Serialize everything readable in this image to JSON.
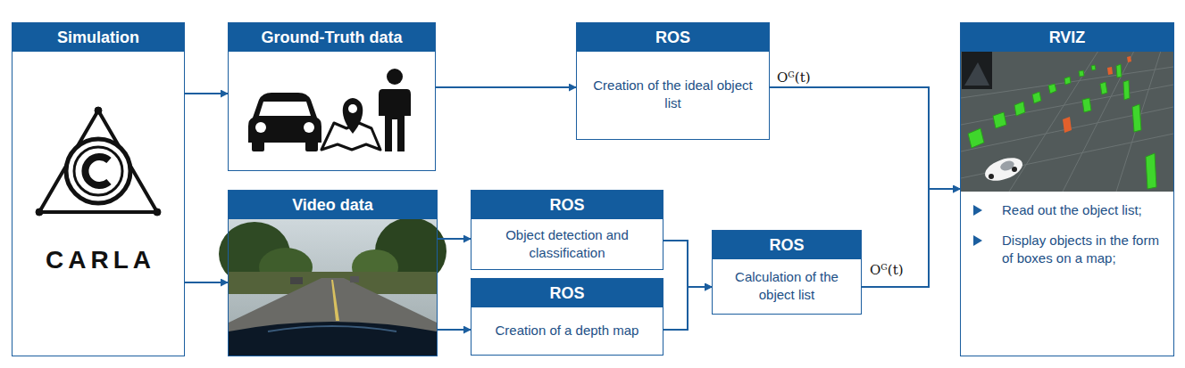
{
  "diagram": {
    "nodes": [
      {
        "text": [
          "Simulation",
          "CARLA"
        ]
      },
      {
        "text": [
          "Ground-Truth data"
        ]
      },
      {
        "text": [
          "ROS",
          "Creation of the ideal object list"
        ]
      },
      {
        "text": [
          "Video data"
        ]
      },
      {
        "text": [
          "ROS",
          "Object detection and classification"
        ]
      },
      {
        "text": [
          "ROS",
          "Creation of a depth map"
        ]
      },
      {
        "text": [
          "ROS",
          "Calculation of the object list"
        ]
      },
      {
        "text": [
          "RVIZ",
          "Read out the object list;",
          "Display objects in the form of boxes on a map;"
        ]
      }
    ],
    "edges": [
      {
        "from": 0,
        "to": 1,
        "arrow": "to"
      },
      {
        "from": 0,
        "to": 3,
        "arrow": "to"
      },
      {
        "from": 1,
        "to": 2,
        "arrow": "to"
      },
      {
        "from": 2,
        "to": 7,
        "label": "Oᴳ(t)",
        "arrow": "to"
      },
      {
        "from": 3,
        "to": 4,
        "arrow": "to"
      },
      {
        "from": 3,
        "to": 5,
        "arrow": "to"
      },
      {
        "from": 4,
        "to": 6,
        "arrow": "to"
      },
      {
        "from": 5,
        "to": 6,
        "arrow": "to"
      },
      {
        "from": 6,
        "to": 7,
        "label": "Oᴳ(t)",
        "arrow": "to"
      }
    ]
  }
}
